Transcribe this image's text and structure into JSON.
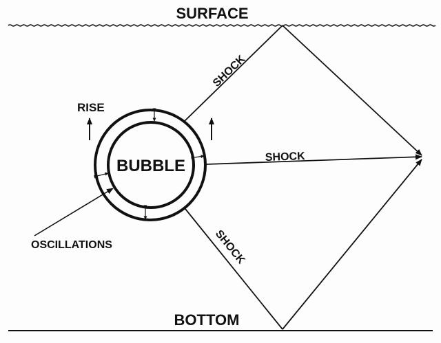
{
  "labels": {
    "surface": "SURFACE",
    "bottom": "BOTTOM",
    "bubble": "BUBBLE",
    "rise": "RISE",
    "oscillations": "OSCILLATIONS",
    "shock_upper": "SHOCK",
    "shock_middle": "SHOCK",
    "shock_lower": "SHOCK"
  },
  "colors": {
    "ink": "#111111",
    "background": "#fdfdfd"
  }
}
